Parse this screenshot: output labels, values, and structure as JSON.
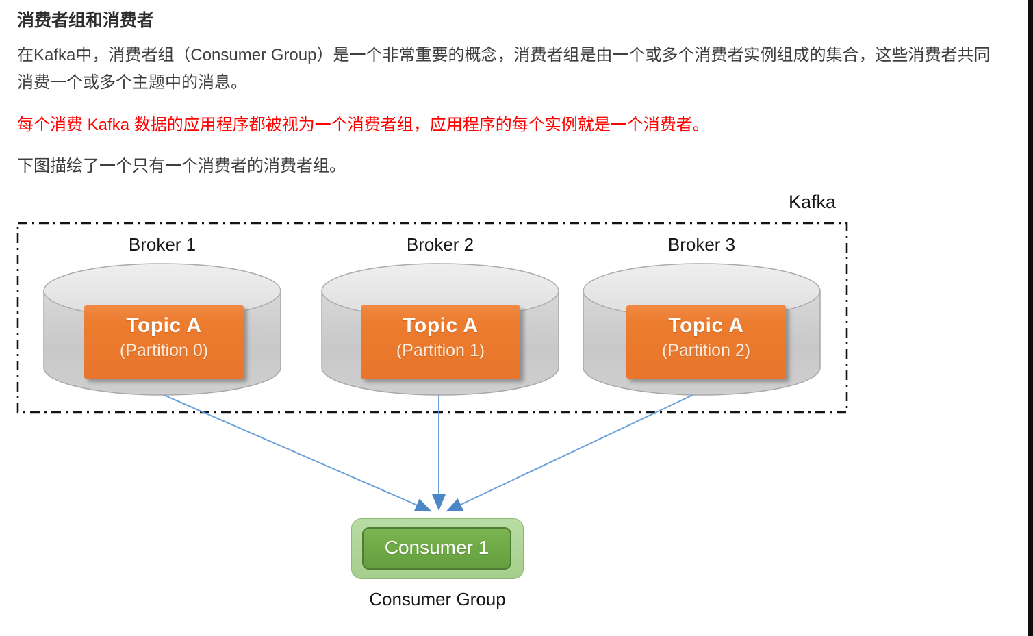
{
  "article": {
    "title": "消费者组和消费者",
    "paragraph_intro": "在Kafka中，消费者组（Consumer Group）是一个非常重要的概念，消费者组是由一个或多个消费者实例组成的集合，这些消费者共同消费一个或多个主题中的消息。",
    "paragraph_highlight": "每个消费 Kafka 数据的应用程序都被视为一个消费者组，应用程序的每个实例就是一个消费者。",
    "paragraph_caption": "下图描绘了一个只有一个消费者的消费者组。"
  },
  "diagram": {
    "cluster_label": "Kafka",
    "brokers": [
      {
        "name": "Broker 1",
        "topic": "Topic A",
        "partition": "(Partition 0)"
      },
      {
        "name": "Broker 2",
        "topic": "Topic A",
        "partition": "(Partition 1)"
      },
      {
        "name": "Broker 3",
        "topic": "Topic A",
        "partition": "(Partition 2)"
      }
    ],
    "consumer_label": "Consumer 1",
    "group_label": "Consumer Group",
    "colors": {
      "topic_box_orange": "#ED7D31",
      "cylinder_gray": "#C8C8C9",
      "consumer_green": "#6AA844",
      "consumer_light_green": "#A9D18E",
      "arrow_blue": "#6BA1D9",
      "highlight_red": "#FF0000",
      "boundary_black": "#141414"
    }
  }
}
